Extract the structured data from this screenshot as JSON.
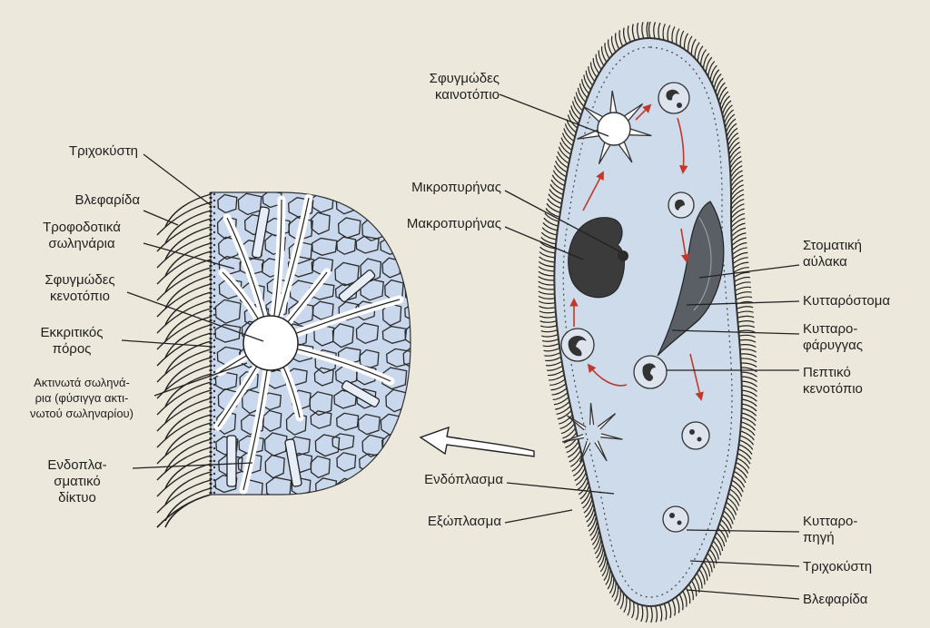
{
  "left_labels": {
    "trichocyst": "Τριχοκύστη",
    "cilium": "Βλεφαρίδα",
    "feeding_canals": "Τροφοδοτικά\nσωληνάρια",
    "contractile_vacuole": "Σφυγμώδες\nκενοτόπιο",
    "excretory_pore": "Εκκριτικός\nπόρος",
    "radial_canals": "Ακτινωτά σωληνά-\nρια (φύσιγγα ακτι-\nνωτού σωληναρίου)",
    "endoplasmic_reticulum": "Ενδοπλα-\nσματικό\nδίκτυο"
  },
  "center_labels": {
    "contractile_vacuole": "Σφυγμώδες\nκαινοτόπιο",
    "micronucleus": "Μικροπυρήνας",
    "macronucleus": "Μακροπυρήνας",
    "endoplasm": "Ενδόπλασμα",
    "ectoplasm": "Εξώπλασμα"
  },
  "right_labels": {
    "oral_groove": "Στοματική\nαύλακα",
    "cytostome": "Κυτταρόστομα",
    "cytopharynx": "Κυτταρο-\nφάρυγγας",
    "food_vacuole": "Πεπτικό\nκενοτόπιο",
    "cytoproct": "Κυτταρο-\nπηγή",
    "trichocyst": "Τριχοκύστη",
    "cilium": "Βλεφαρίδα"
  },
  "colors": {
    "cell_fill": "#cfdcec",
    "outline": "#2a2a2a",
    "arrow_red": "#c0392b",
    "nucleus": "#3a3a3a",
    "background": "#ece9dc"
  }
}
